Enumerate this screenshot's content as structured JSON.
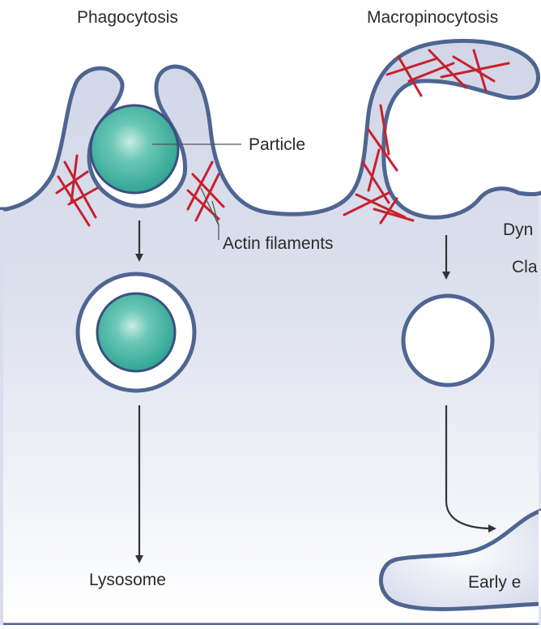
{
  "labels": {
    "phagocytosis": "Phagocytosis",
    "macropinocytosis": "Macropinocytosis",
    "particle": "Particle",
    "actin_filaments": "Actin filaments",
    "dynamin_partial": "Dyn",
    "clathrin_partial": "Cla",
    "lysosome": "Lysosome",
    "early_endosome_partial": "Early e"
  },
  "colors": {
    "membrane_stroke": "#4f6591",
    "cytoplasm_top": "#d3d8e8",
    "cytoplasm_bottom": "#ffffff",
    "actin": "#c8202f",
    "particle": "#3fb0a0",
    "arrow": "#333333"
  }
}
